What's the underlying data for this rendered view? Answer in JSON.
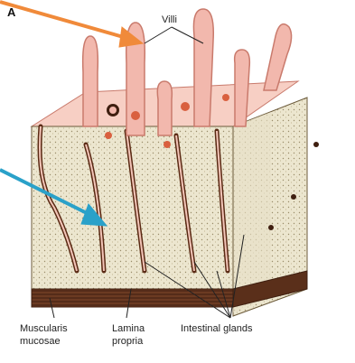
{
  "figure": {
    "panel_letter": "A",
    "labels": {
      "villi": "Villi",
      "muscularis_line1": "Muscularis",
      "muscularis_line2": "mucosae",
      "lamina_line1": "Lamina",
      "lamina_line2": "propria",
      "glands": "Intestinal glands"
    },
    "colors": {
      "villus": "#f2b8ad",
      "villus_edge": "#c97a6c",
      "surface": "#f7cfc4",
      "lamina": "#ece6cf",
      "gland_wall": "#5a2a14",
      "muscularis": "#6b3a22",
      "arrow_orange": "#f08a3a",
      "arrow_blue": "#2aa1c9"
    }
  }
}
